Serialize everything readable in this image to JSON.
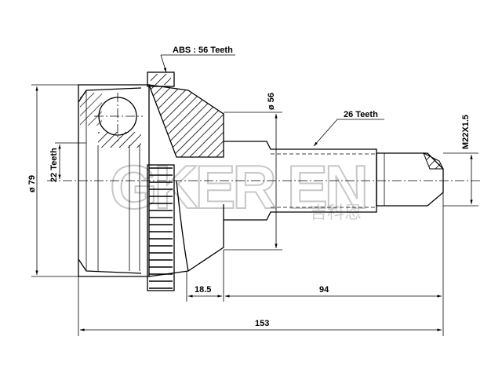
{
  "drawing": {
    "labels": {
      "abs": "ABS : 56 Teeth",
      "shaft_teeth": "26 Teeth",
      "inner_teeth": "22 Teeth",
      "outer_diameter": "ø 79",
      "shaft_diameter": "ø 56",
      "thread": "M22X1.5",
      "dim_collar": "18.5",
      "dim_shaft": "94",
      "dim_total": "153"
    },
    "watermark": {
      "latin": "GKER EN",
      "chinese": "吉科恩"
    }
  }
}
